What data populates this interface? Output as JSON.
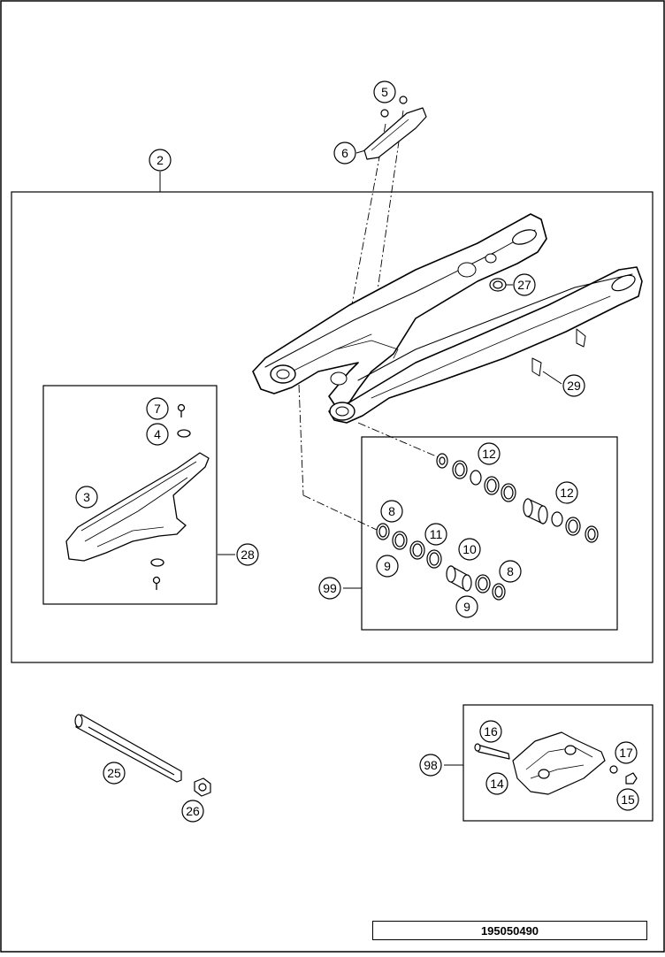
{
  "callouts": {
    "c2": "2",
    "c3": "3",
    "c4": "4",
    "c5": "5",
    "c6": "6",
    "c7": "7",
    "c8a": "8",
    "c8b": "8",
    "c9a": "9",
    "c9b": "9",
    "c10": "10",
    "c11": "11",
    "c12a": "12",
    "c12b": "12",
    "c14": "14",
    "c15": "15",
    "c16": "16",
    "c17": "17",
    "c25": "25",
    "c26": "26",
    "c27": "27",
    "c28": "28",
    "c29": "29",
    "c98": "98",
    "c99": "99"
  },
  "reference_number": "195050490"
}
